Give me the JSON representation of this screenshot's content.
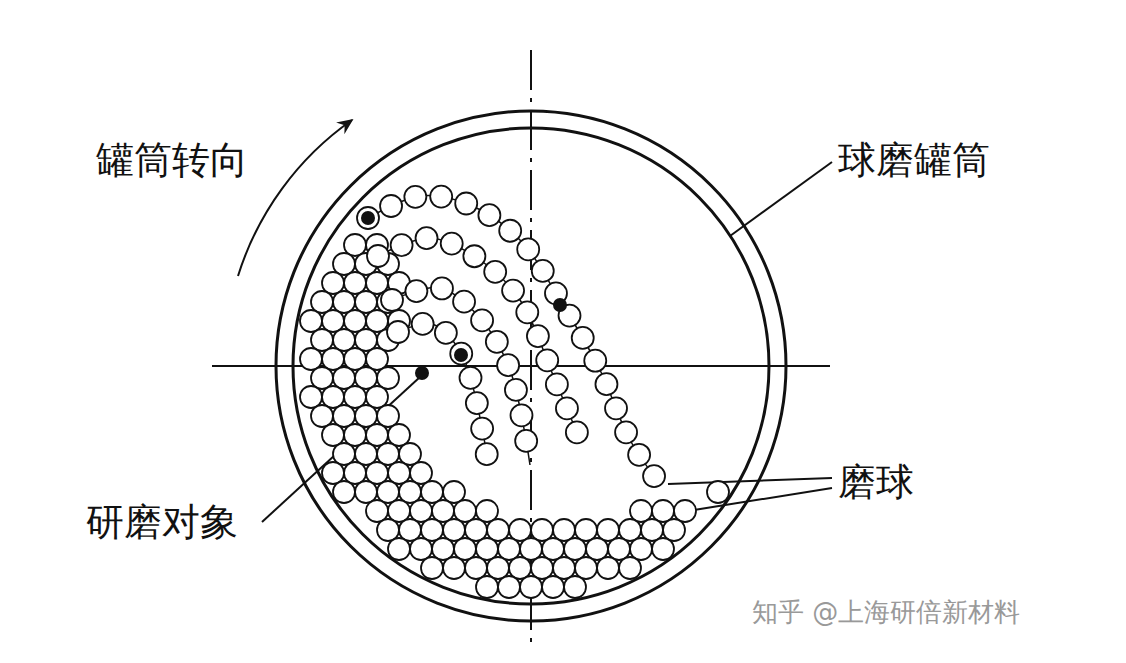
{
  "diagram": {
    "labels": [
      "罐筒转向",
      "球磨罐筒",
      "磨球",
      "研磨对象",
      "知乎 @上海研倍新材料"
    ]
  }
}
